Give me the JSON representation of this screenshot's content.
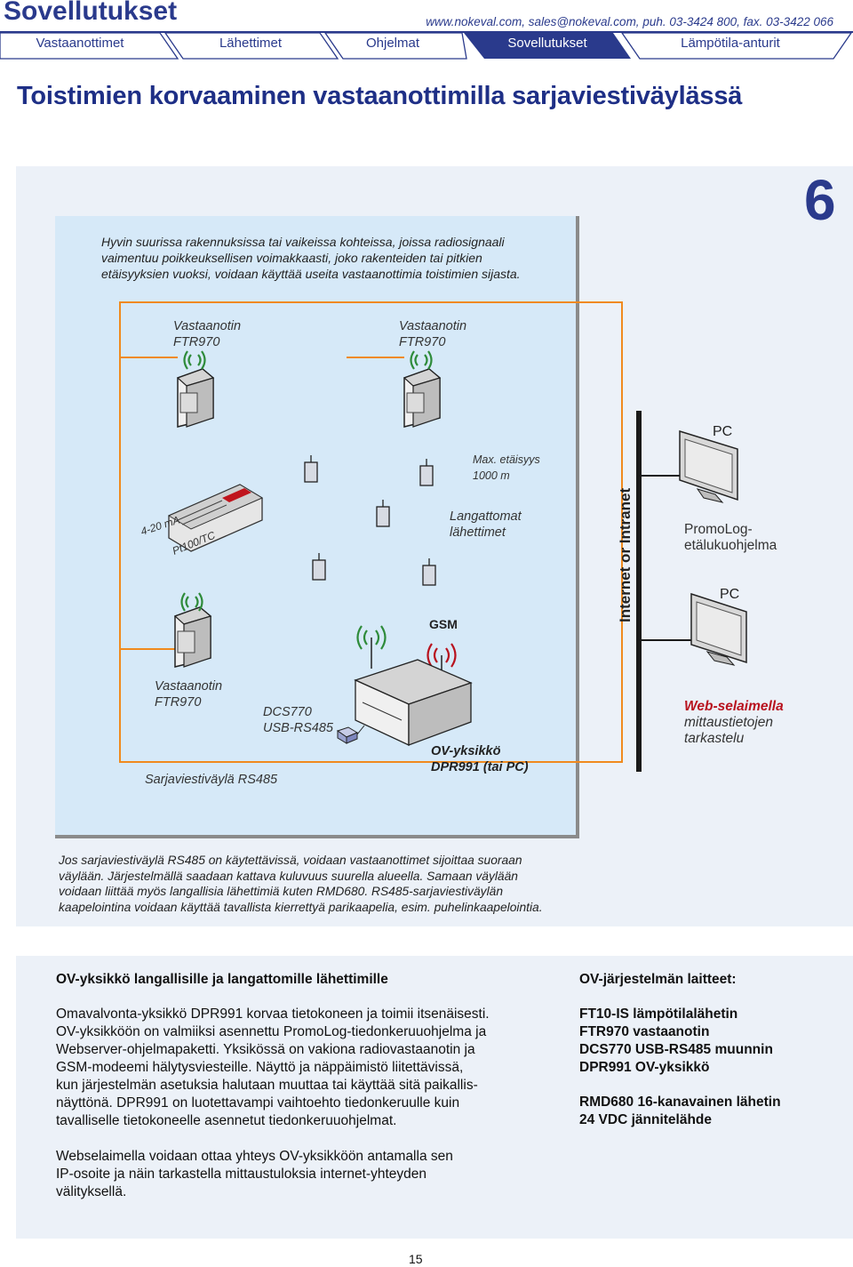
{
  "header": {
    "brand": "Sovellutukset",
    "contact": "www.nokeval.com, sales@nokeval.com, puh. 03-3424 800, fax. 03-3422 066",
    "tabs": [
      {
        "label": "Vastaanottimet",
        "active": false
      },
      {
        "label": "Lähettimet",
        "active": false
      },
      {
        "label": "Ohjelmat",
        "active": false
      },
      {
        "label": "Sovellutukset",
        "active": true
      },
      {
        "label": "Lämpötila-anturit",
        "active": false
      }
    ]
  },
  "page_title": "Toistimien korvaaminen vastaanottimilla sarjaviestiväylässä",
  "section_number": "6",
  "diagram": {
    "intro": "Hyvin suurissa rakennuksissa tai vaikeissa kohteissa, joissa radiosignaali vaimentuu poikkeuksellisen voimakkaasti, joko rakenteiden tai pitkien etäisyyksien vuoksi, voidaan käyttää useita vastaanottimia toistimien sijasta.",
    "receiver1": {
      "line1": "Vastaanotin",
      "line2": "FTR970"
    },
    "receiver2": {
      "line1": "Vastaanotin",
      "line2": "FTR970"
    },
    "receiver3": {
      "line1": "Vastaanotin",
      "line2": "FTR970"
    },
    "max_distance": {
      "line1": "Max. etäisyys",
      "line2": "1000 m"
    },
    "wireless_tx": {
      "line1": "Langattomat",
      "line2": "lähettimet"
    },
    "input_ma": "4-20 mA",
    "input_pt": "Pt100/TC",
    "gsm": "GSM",
    "dcs": {
      "line1": "DCS770",
      "line2": "USB-RS485"
    },
    "ov_unit": {
      "line1": "OV-yksikkö",
      "line2": "DPR991 (tai PC)"
    },
    "bus": "Sarjaviestiväylä RS485",
    "network": "Internet or Intranet",
    "pc_top": "PC",
    "pc_bottom": "PC",
    "promolog": {
      "line1": "PromoLog-",
      "line2": "etälukuohjelma"
    },
    "web": {
      "line1": "Web-selaimella",
      "line2": "mittaustietojen",
      "line3": "tarkastelu"
    },
    "colors": {
      "bus_line": "#f08a1e",
      "antenna": "#2e8b3a",
      "web_highlight": "#b8121e",
      "tab_active": "#2a3a8c"
    }
  },
  "note": "Jos sarjaviestiväylä RS485 on käytettävissä, voidaan vastaanottimet sijoittaa suoraan väylään. Järjestelmällä saadaan kattava kuluvuus suurella alueella. Samaan väylään voidaan liittää myös langallisia lähettimiä kuten RMD680. RS485-sarjaviestiväylän kaapelointina voidaan käyttää tavallista kierrettyä parikaapelia, esim. puhelinkaapelointia.",
  "left_column": {
    "heading": "OV-yksikkö langallisille ja langattomille lähettimille",
    "para1_lines": [
      "Omavalvonta-yksikkö DPR991 korvaa tietokoneen ja toimii itsenäisesti.",
      "OV-yksikköön on valmiiksi asennettu PromoLog-tiedonkeruuohjelma ja",
      "Webserver-ohjelmapaketti. Yksikössä on vakiona radiovastaanotin ja",
      "GSM-modeemi hälytysviesteille. Näyttö ja näppäimistö liitettävissä,",
      "kun järjestelmän asetuksia halutaan muuttaa tai käyttää sitä paikallis-",
      "näyttönä. DPR991 on luotettavampi vaihtoehto tiedonkeruulle kuin",
      "tavalliselle tietokoneelle asennetut tiedonkeruuohjelmat."
    ],
    "para2_lines": [
      "Webselaimella voidaan ottaa yhteys OV-yksikköön antamalla sen",
      "IP-osoite ja näin tarkastella mittaustuloksia internet-yhteyden",
      "välityksellä."
    ]
  },
  "right_column": {
    "heading": "OV-järjestelmän laitteet:",
    "items": [
      "FT10-IS lämpötilalähetin",
      "FTR970 vastaanotin",
      "DCS770 USB-RS485 muunnin",
      "DPR991 OV-yksikkö",
      "RMD680 16-kanavainen lähetin",
      "24 VDC jännitelähde"
    ]
  },
  "page_number": "15"
}
